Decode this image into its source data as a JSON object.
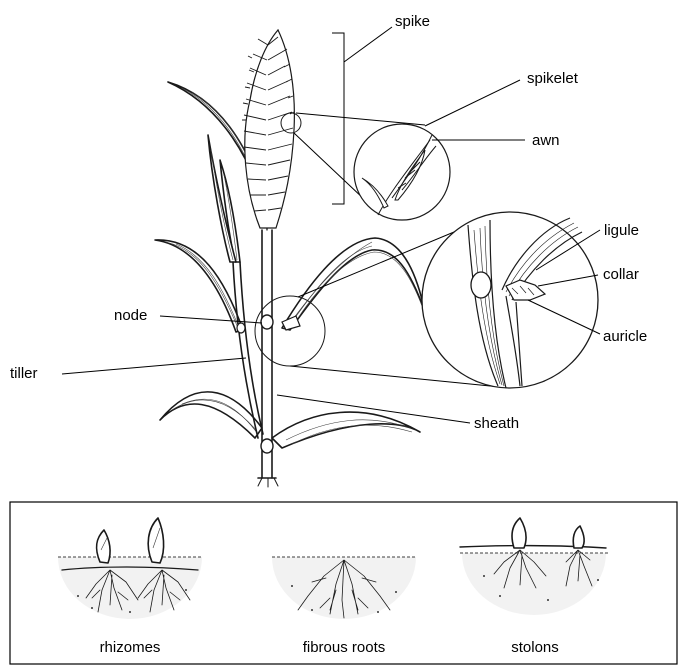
{
  "labels": {
    "spike": "spike",
    "spikelet": "spikelet",
    "awn": "awn",
    "ligule": "ligule",
    "collar": "collar",
    "auricle": "auricle",
    "node": "node",
    "tiller": "tiller",
    "sheath": "sheath"
  },
  "root_types": {
    "rhizomes": "rhizomes",
    "fibrous_roots": "fibrous roots",
    "stolons": "stolons"
  }
}
